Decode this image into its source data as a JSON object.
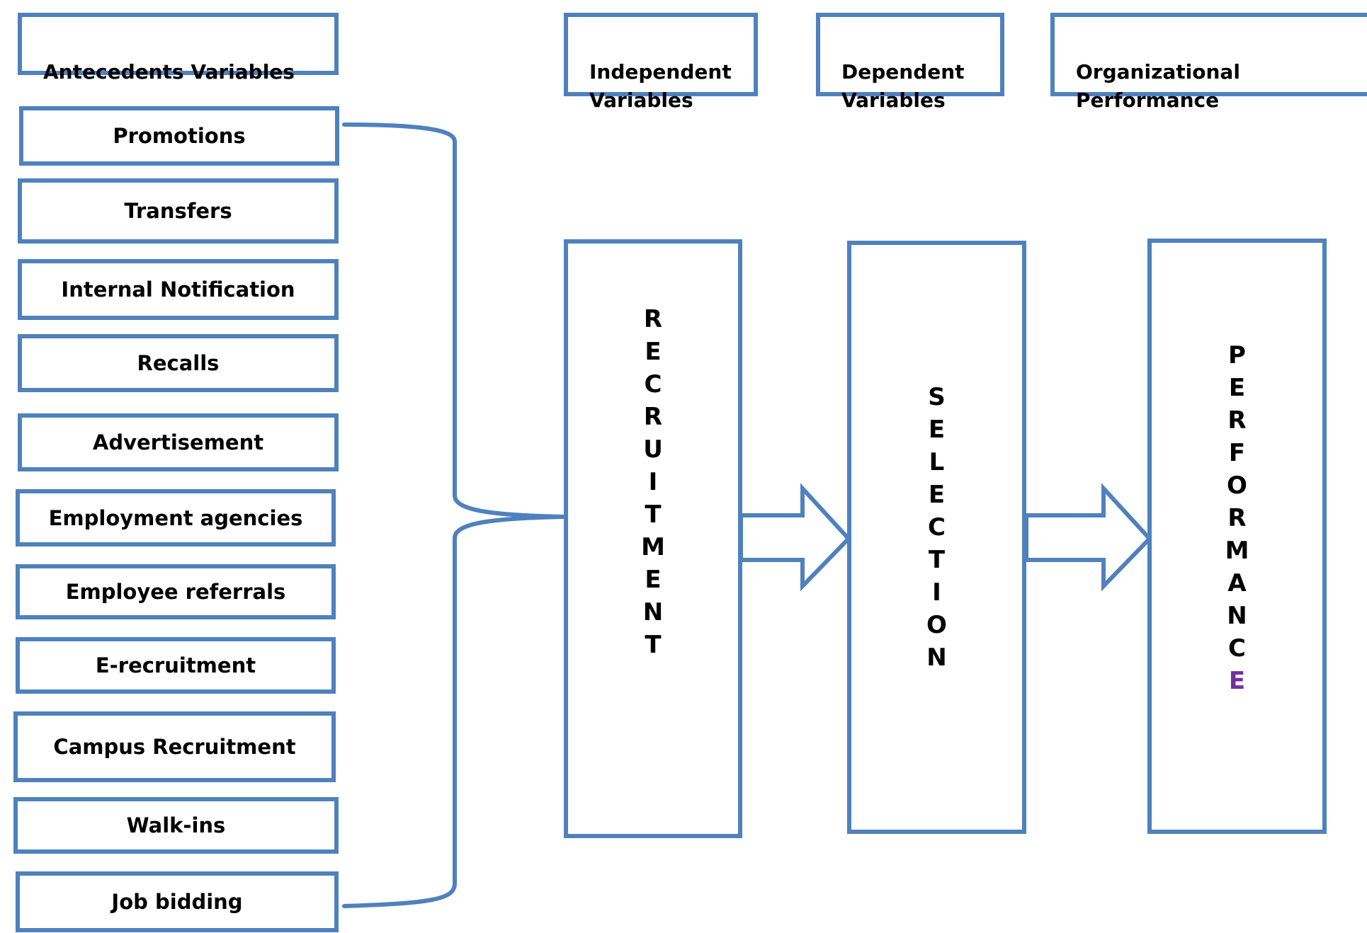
{
  "headers": {
    "antecedents": "Antecedents Variables",
    "independent": "Independent\nVariables",
    "dependent": "Dependent\nVariables",
    "organizational": "Organizational Performance"
  },
  "antecedents": [
    "Promotions",
    "Transfers",
    "Internal Notification",
    "Recalls",
    "Advertisement",
    "Employment agencies",
    "Employee referrals",
    "E-recruitment",
    "Campus Recruitment",
    "Walk-ins",
    "Job bidding"
  ],
  "recruitment_letters": [
    "R",
    "E",
    "C",
    "R",
    "U",
    "I",
    "T",
    "M",
    "E",
    "N",
    "T"
  ],
  "selection_letters": [
    "S",
    "E",
    "L",
    "E",
    "C",
    "T",
    "I",
    "O",
    "N"
  ],
  "performance_letters": [
    "P",
    "E",
    "R",
    "F",
    "O",
    "R",
    "M",
    "A",
    "N",
    "C",
    "E"
  ],
  "colors": {
    "box_border": "#4f81bd",
    "text": "#000000",
    "last_letter_accent": "#7030a0"
  }
}
